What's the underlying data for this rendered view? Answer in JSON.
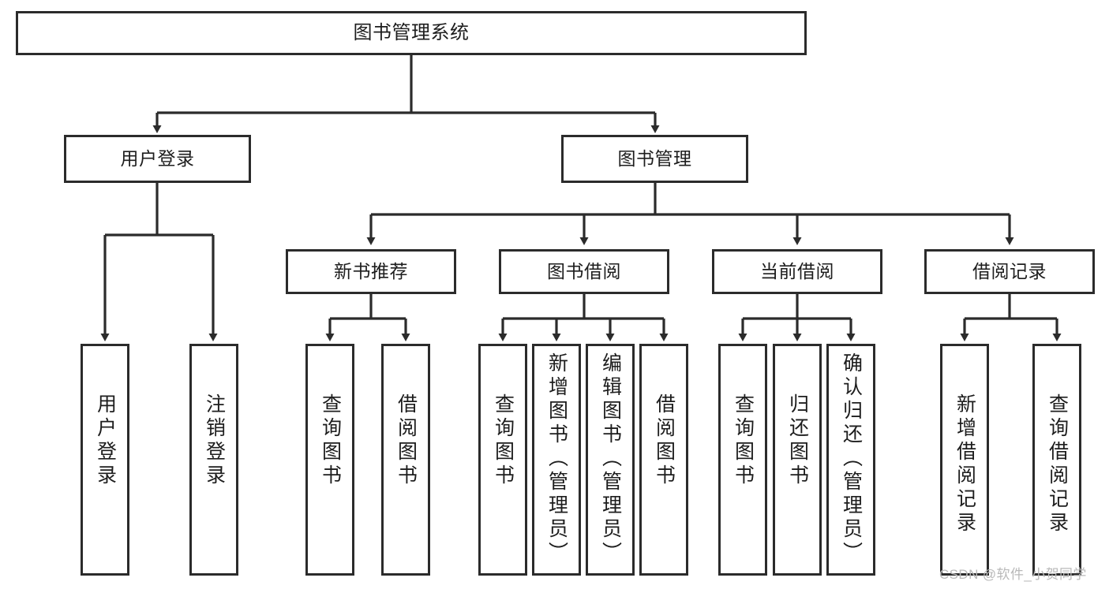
{
  "diagram": {
    "title": "图书管理系统",
    "type": "tree-hierarchy-chart",
    "orientation": "top-down",
    "colors": {
      "box_border": "#2b2b2b",
      "box_fill": "#ffffff",
      "connector": "#2b2b2b",
      "text": "#1d1d1d",
      "watermark": "#b9b9b9",
      "background": "#ffffff"
    }
  },
  "root": {
    "label": "图书管理系统"
  },
  "level2": [
    {
      "label": "用户登录"
    },
    {
      "label": "图书管理"
    }
  ],
  "level3": [
    {
      "label": "新书推荐"
    },
    {
      "label": "图书借阅"
    },
    {
      "label": "当前借阅"
    },
    {
      "label": "借阅记录"
    }
  ],
  "leaves": {
    "user_login": [
      {
        "label": "用户登录"
      },
      {
        "label": "注销登录"
      }
    ],
    "new_book_recommend": [
      {
        "label": "查询图书"
      },
      {
        "label": "借阅图书"
      }
    ],
    "book_borrow": [
      {
        "label": "查询图书"
      },
      {
        "label": "新增图书（管理员）"
      },
      {
        "label": "编辑图书（管理员）"
      },
      {
        "label": "借阅图书"
      }
    ],
    "current_borrow": [
      {
        "label": "查询图书"
      },
      {
        "label": "归还图书"
      },
      {
        "label": "确认归还（管理员）"
      }
    ],
    "borrow_record": [
      {
        "label": "新增借阅记录"
      },
      {
        "label": "查询借阅记录"
      }
    ]
  },
  "watermark": {
    "text": "CSDN @软件_小贺同学"
  }
}
